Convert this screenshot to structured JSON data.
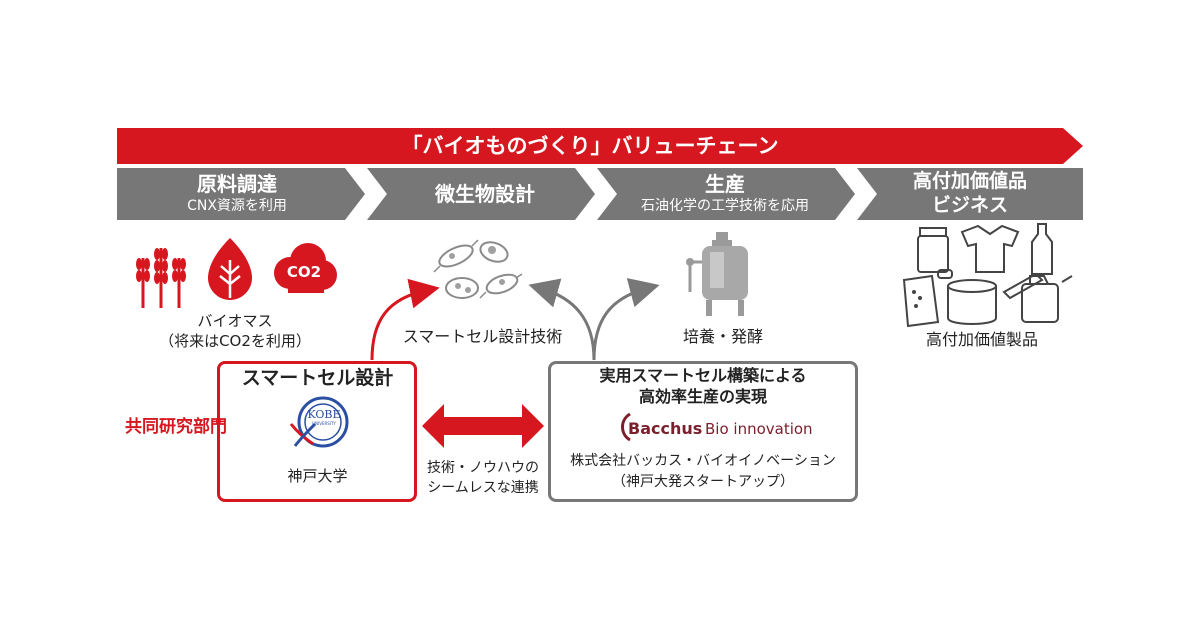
{
  "banner": {
    "title": "「バイオものづくり」バリューチェーン"
  },
  "stages": [
    {
      "name": "原料調達",
      "sub": "CNX資源を利用"
    },
    {
      "name": "微生物設計",
      "sub": ""
    },
    {
      "name": "生産",
      "sub": "石油化学の工学技術を応用"
    },
    {
      "name": "高付加価値品",
      "name2": "ビジネス",
      "sub": ""
    }
  ],
  "icons": {
    "co2": "CO2",
    "biomass_label": "バイオマス",
    "biomass_note": "（将来はCO2を利用）",
    "smartcell_label": "スマートセル設計技術",
    "culture_label": "培養・発酵",
    "product_label": "高付加価値製品"
  },
  "left_box": {
    "side_label": "共同研究部門",
    "title": "スマートセル設計",
    "logo_text": "KOBE",
    "logo_sub": "UNIVERSITY",
    "org": "神戸大学"
  },
  "link": {
    "line1": "技術・ノウハウの",
    "line2": "シームレスな連携"
  },
  "right_box": {
    "title1": "実用スマートセル構築による",
    "title2": "高効率生産の実現",
    "logo_main": "Bacchus",
    "logo_sub": "Bio innovation",
    "org": "株式会社バッカス・バイオイノベーション",
    "org_note": "（神戸大発スタートアップ）"
  },
  "colors": {
    "red": "#d7171f",
    "gray": "#777777",
    "dark_red": "#7a1f2b"
  }
}
